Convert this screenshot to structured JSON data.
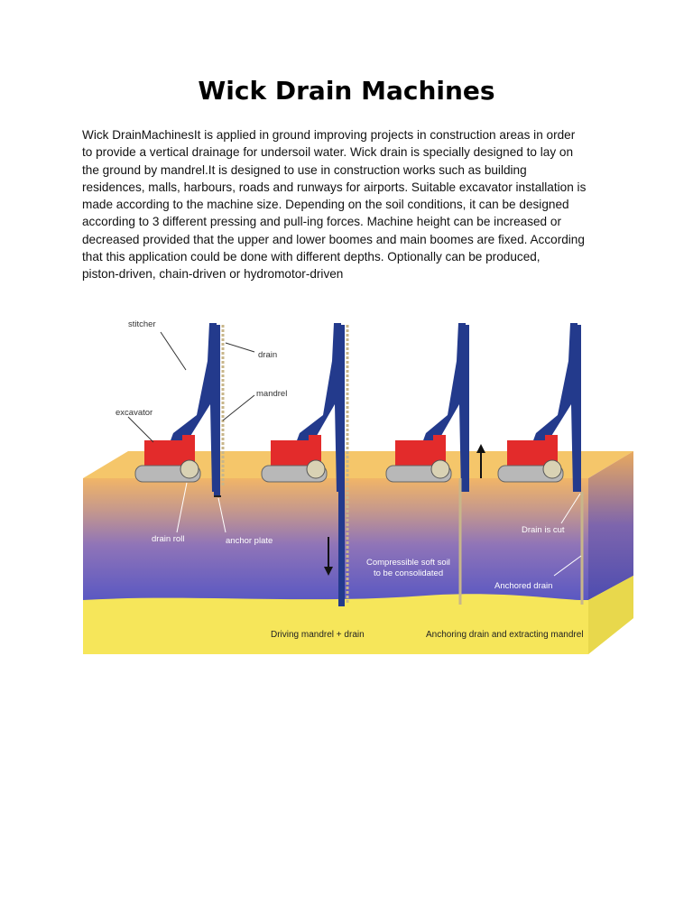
{
  "document": {
    "title": "Wick Drain Machines",
    "paragraph_lines": [
      "Wick DrainMachinesIt is applied in ground improving projects in construction areas in order",
      "to provide a vertical drainage for undersoil water. Wick drain is specially designed to lay on",
      "the ground by mandrel.It is designed to use in construction works such as building",
      "residences, malls, harbours, roads and runways for airports. Suitable excavator installation is",
      "made according to the machine size. Depending on the soil conditions, it can be designed",
      "according to 3 different pressing and pull-ing forces. Machine height can be increased or",
      "decreased provided that the upper and lower boomes and main boomes are fixed. According",
      "that this application could be done with different depths. Optionally can be produced,",
      "piston-driven, chain-driven or hydromotor-driven"
    ]
  },
  "figure": {
    "labels": {
      "stitcher": "stitcher",
      "drain": "drain",
      "mandrel": "mandrel",
      "excavator": "excavator",
      "drain_roll": "drain roll",
      "anchor_plate": "anchor plate",
      "soft_soil_1": "Compressible soft soil",
      "soft_soil_2": "to be consolidated",
      "drain_is_cut": "Drain is cut",
      "anchored_drain": "Anchored drain",
      "caption_left": "Driving mandrel + drain",
      "caption_right": "Anchoring drain and extracting mandrel"
    },
    "colors": {
      "sand_top": "#f5c66a",
      "soil_mid": "#8f74b8",
      "soil_low": "#5d59c0",
      "sand_bottom": "#f6e65a",
      "boom": "#233a8c",
      "excavator_red": "#e32b2b",
      "track_gray": "#b8b8b8"
    }
  }
}
